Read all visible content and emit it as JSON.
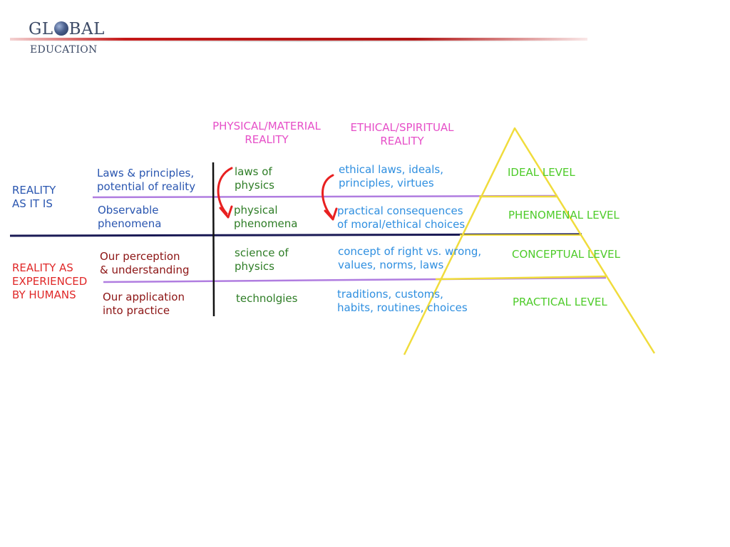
{
  "logo": {
    "part1": "GL",
    "part2": "BAL",
    "subtitle": "EDUCATION",
    "globe_icon": "globe-icon"
  },
  "colors": {
    "pink": "#e64fc8",
    "blue": "#2a56b0",
    "light_blue": "#2f8fe0",
    "red": "#e02828",
    "dark_red": "#8c1414",
    "green": "#2e7d26",
    "lime": "#4ecb2a",
    "yellow": "#f0dc3c",
    "purple": "#b07de0",
    "navy": "#1a1a55",
    "arrow_red": "#e82020"
  },
  "headers": {
    "physical": "PHYSICAL/MATERIAL\nREALITY",
    "ethical": "ETHICAL/SPIRITUAL\nREALITY"
  },
  "row_labels": {
    "as_it_is": "REALITY\nAS IT IS",
    "experienced": "REALITY AS\nEXPERIENCED\nBY HUMANS"
  },
  "sub_labels": {
    "laws": "Laws & principles,\npotential of reality",
    "observable": "Observable\nphenomena",
    "perception": "Our perception\n& understanding",
    "application": "Our application\ninto practice"
  },
  "physical_cells": {
    "laws": "laws of\nphysics",
    "phenomena": "physical\nphenomena",
    "science": "science of\nphysics",
    "tech": "technolgies"
  },
  "ethical_cells": {
    "laws": "ethical laws, ideals,\nprinciples, virtues",
    "consequences": "practical consequences\nof moral/ethical choices",
    "concept": "concept of right vs. wrong,\nvalues, norms, laws",
    "traditions": "traditions, customs,\nhabits, routines, choices"
  },
  "levels": {
    "ideal": "IDEAL LEVEL",
    "phenomenal": "PHENOMENAL LEVEL",
    "conceptual": "CONCEPTUAL LEVEL",
    "practical": "PRACTICAL LEVEL"
  },
  "icons": {
    "arrow_1": "curved-arrow-icon",
    "arrow_2": "curved-arrow-icon"
  }
}
